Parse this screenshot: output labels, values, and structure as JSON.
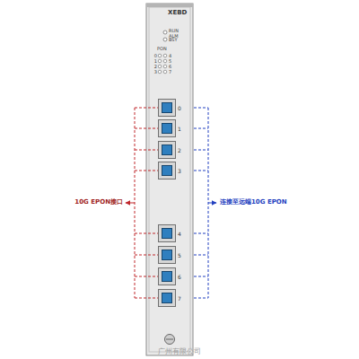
{
  "diagram": {
    "nodes": [
      {
        "text": [
          "XEBD"
        ]
      },
      {
        "text": [
          "0"
        ],
        "in": 0
      },
      {
        "text": [
          "1"
        ],
        "in": 0
      },
      {
        "text": [
          "2"
        ],
        "in": 0
      },
      {
        "text": [
          "3"
        ],
        "in": 0
      },
      {
        "text": [
          "4"
        ],
        "in": 0
      },
      {
        "text": [
          "5"
        ],
        "in": 0
      },
      {
        "text": [
          "6"
        ],
        "in": 0
      },
      {
        "text": [
          "7"
        ],
        "in": 0
      }
    ],
    "labels": [
      "RUN",
      "ALM",
      "BSY",
      "PON",
      "0",
      "1",
      "2",
      "3",
      "4",
      "5",
      "6",
      "7",
      "10G EPON接口",
      "连接至远端10G EPON",
      "广州有限公司"
    ]
  }
}
